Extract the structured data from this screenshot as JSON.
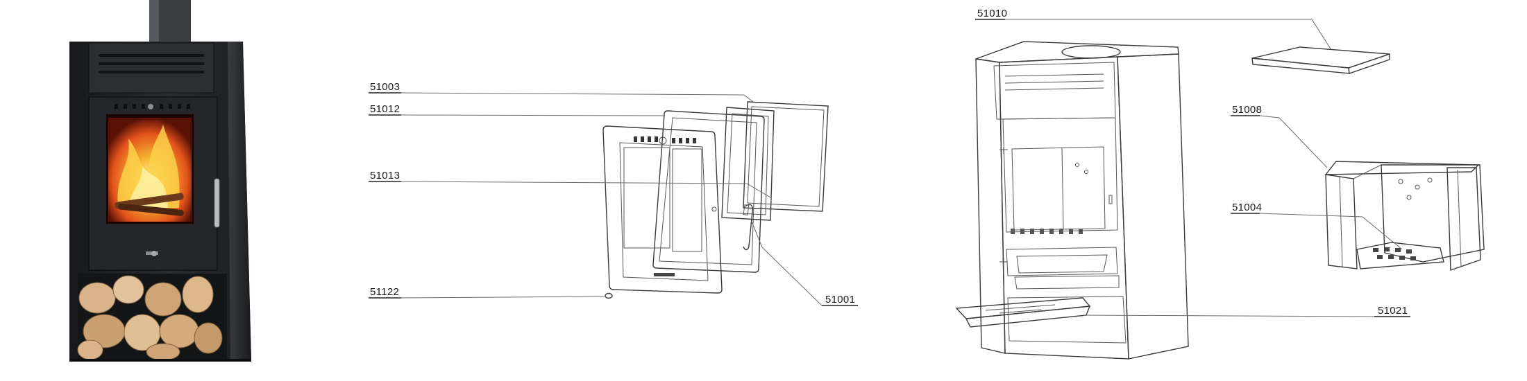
{
  "parts": [
    {
      "id": "51003"
    },
    {
      "id": "51012"
    },
    {
      "id": "51013"
    },
    {
      "id": "51122"
    },
    {
      "id": "51001"
    },
    {
      "id": "51010"
    },
    {
      "id": "51008"
    },
    {
      "id": "51004"
    },
    {
      "id": "51021"
    }
  ],
  "colors": {
    "stove_body": "#1f2124",
    "stove_panel": "#2b2d31",
    "fire_core": "#f7b733",
    "fire_outer": "#e2521b",
    "wood": "#d9b48a",
    "line": "#3a3a3a"
  }
}
